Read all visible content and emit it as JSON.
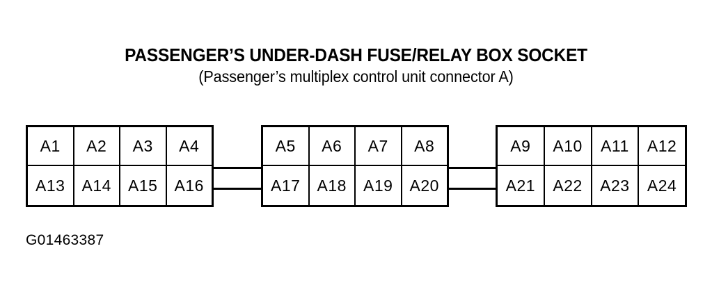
{
  "heading": {
    "title": "PASSENGER’S UNDER-DASH FUSE/RELAY BOX SOCKET",
    "subtitle": "(Passenger’s multiplex control unit connector A)"
  },
  "caption": {
    "figure_id": "G01463387"
  },
  "colors": {
    "ink": "#000000",
    "background": "#ffffff"
  },
  "connector": {
    "name": "Passenger's multiplex control unit connector A",
    "total_pins": 24,
    "blocks": [
      {
        "id": "block-1",
        "rows": [
          {
            "id": "row-top",
            "pins": [
              "A1",
              "A2",
              "A3",
              "A4"
            ]
          },
          {
            "id": "row-bottom",
            "pins": [
              "A13",
              "A14",
              "A15",
              "A16"
            ]
          }
        ]
      },
      {
        "id": "block-2",
        "rows": [
          {
            "id": "row-top",
            "pins": [
              "A5",
              "A6",
              "A7",
              "A8"
            ]
          },
          {
            "id": "row-bottom",
            "pins": [
              "A17",
              "A18",
              "A19",
              "A20"
            ]
          }
        ]
      },
      {
        "id": "block-3",
        "rows": [
          {
            "id": "row-top",
            "pins": [
              "A9",
              "A10",
              "A11",
              "A12"
            ]
          },
          {
            "id": "row-bottom",
            "pins": [
              "A21",
              "A22",
              "A23",
              "A24"
            ]
          }
        ]
      }
    ]
  }
}
